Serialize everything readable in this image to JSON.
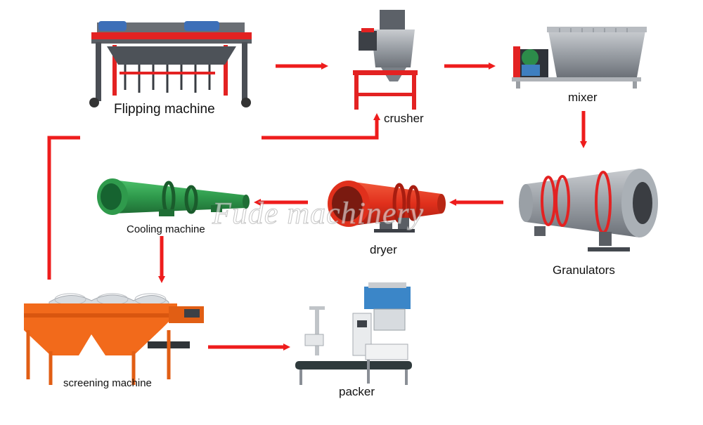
{
  "watermark": "Fude machinery",
  "colors": {
    "arrow": "#ee1c1c",
    "frame_red": "#e32222",
    "steel_gray": "#8a8f96",
    "cooler_green": "#2f9a4c",
    "dryer_red": "#e0301c",
    "screen_orange": "#f26a1b",
    "packer_blue": "#3b86c8",
    "belt_dark": "#2f3a3c"
  },
  "stages": {
    "flipping": {
      "label": "Flipping machine",
      "icon": "flipping-machine-icon"
    },
    "crusher": {
      "label": "crusher",
      "icon": "crusher-icon"
    },
    "mixer": {
      "label": "mixer",
      "icon": "mixer-icon"
    },
    "granulator": {
      "label": "Granulators",
      "icon": "granulator-icon"
    },
    "dryer": {
      "label": "dryer",
      "icon": "dryer-icon"
    },
    "cooling": {
      "label": "Cooling machine",
      "icon": "cooling-machine-icon"
    },
    "screening": {
      "label": "screening machine",
      "icon": "screening-machine-icon"
    },
    "packer": {
      "label": "packer",
      "icon": "packer-icon"
    }
  }
}
